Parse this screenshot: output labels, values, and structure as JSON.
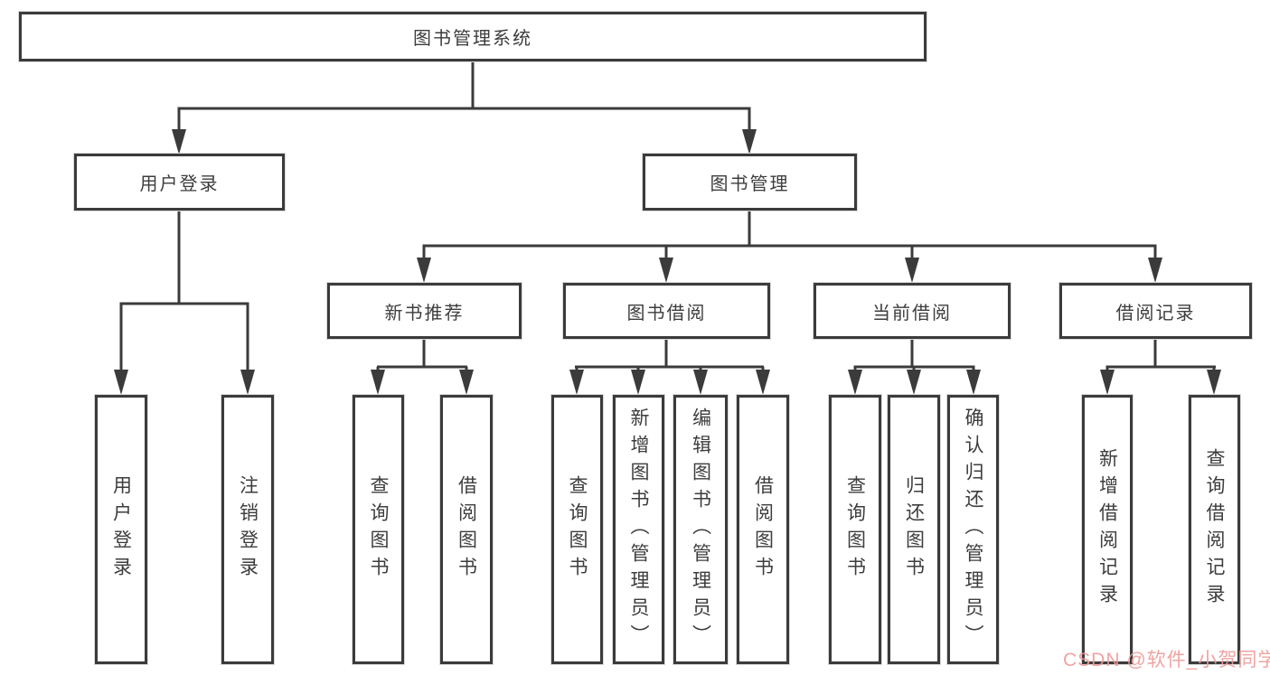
{
  "structure": {
    "root": "图书管理系统",
    "children": [
      {
        "label": "用户登录",
        "children": [
          "用户登录",
          "注销登录"
        ]
      },
      {
        "label": "图书管理",
        "children": [
          {
            "label": "新书推荐",
            "children": [
              "查询图书",
              "借阅图书"
            ]
          },
          {
            "label": "图书借阅",
            "children": [
              "查询图书",
              "新增图书（管理员）",
              "编辑图书（管理员）",
              "借阅图书"
            ]
          },
          {
            "label": "当前借阅",
            "children": [
              "查询图书",
              "归还图书",
              "确认归还（管理员）"
            ]
          },
          {
            "label": "借阅记录",
            "children": [
              "新增借阅记录",
              "查询借阅记录"
            ]
          }
        ]
      }
    ]
  },
  "watermark": {
    "text": "CSDN @软件_小贺同学",
    "color": "#ef9a97"
  },
  "colors": {
    "line": "#3b3b3b",
    "box_border": "#3b3b3b",
    "text": "#3d3d3d",
    "background": "#ffffff"
  }
}
